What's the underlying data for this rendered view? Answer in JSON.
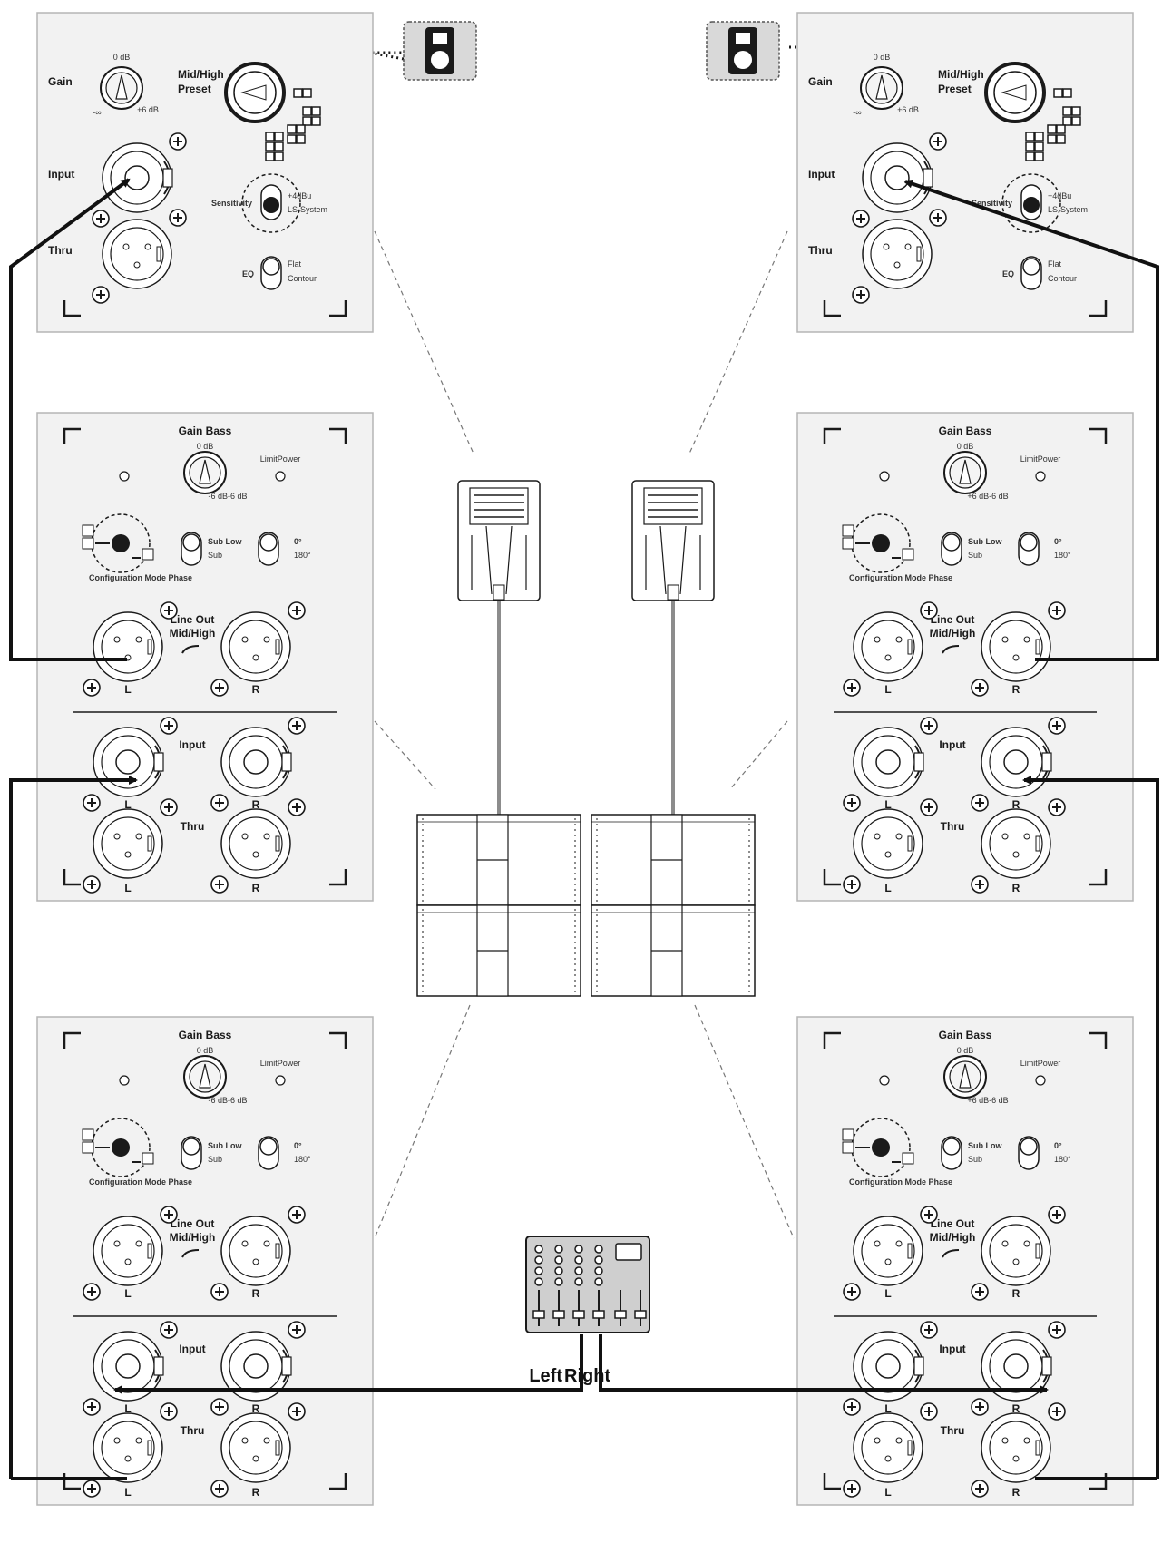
{
  "colors": {
    "panel_fill": "#f2f2f2",
    "panel_border": "#b5b5b5",
    "ink": "#1a1a1a",
    "cable": "#111111",
    "badge_fill": "#d9d9d9"
  },
  "top_panel": {
    "gain_label": "Gain",
    "gain_top": "0 dB",
    "gain_min": "-∞",
    "gain_max": "+6 dB",
    "preset_label": "Mid/High",
    "preset_label2": "Preset",
    "input_label": "Input",
    "thru_label": "Thru",
    "sensitivity_label": "Sensitivity",
    "sens_opt1": "+4dBu",
    "sens_opt2": "LS-System",
    "eq_label": "EQ",
    "eq_opt1": "Flat",
    "eq_opt2": "Contour",
    "speaker_badge_icon": "speaker-icon"
  },
  "sub_panel": {
    "gain_bass_label": "Gain Bass",
    "gain_top": "0 dB",
    "gain_range_left": "-6 dB-6 dB",
    "gain_range_right": "+6 dB-6 dB",
    "limit_power": "LimitPower",
    "mode_opt1": "Sub Low",
    "mode_opt2": "Sub",
    "phase_opt1": "0°",
    "phase_opt2": "180°",
    "config_label": "Configuration Mode Phase",
    "line_out_label": "Line Out",
    "line_out_label2": "Mid/High",
    "input_label": "Input",
    "thru_label": "Thru",
    "left": "L",
    "right": "R"
  },
  "mixer": {
    "left_label": "Left",
    "right_label": "Right",
    "icon": "mixer-icon"
  }
}
